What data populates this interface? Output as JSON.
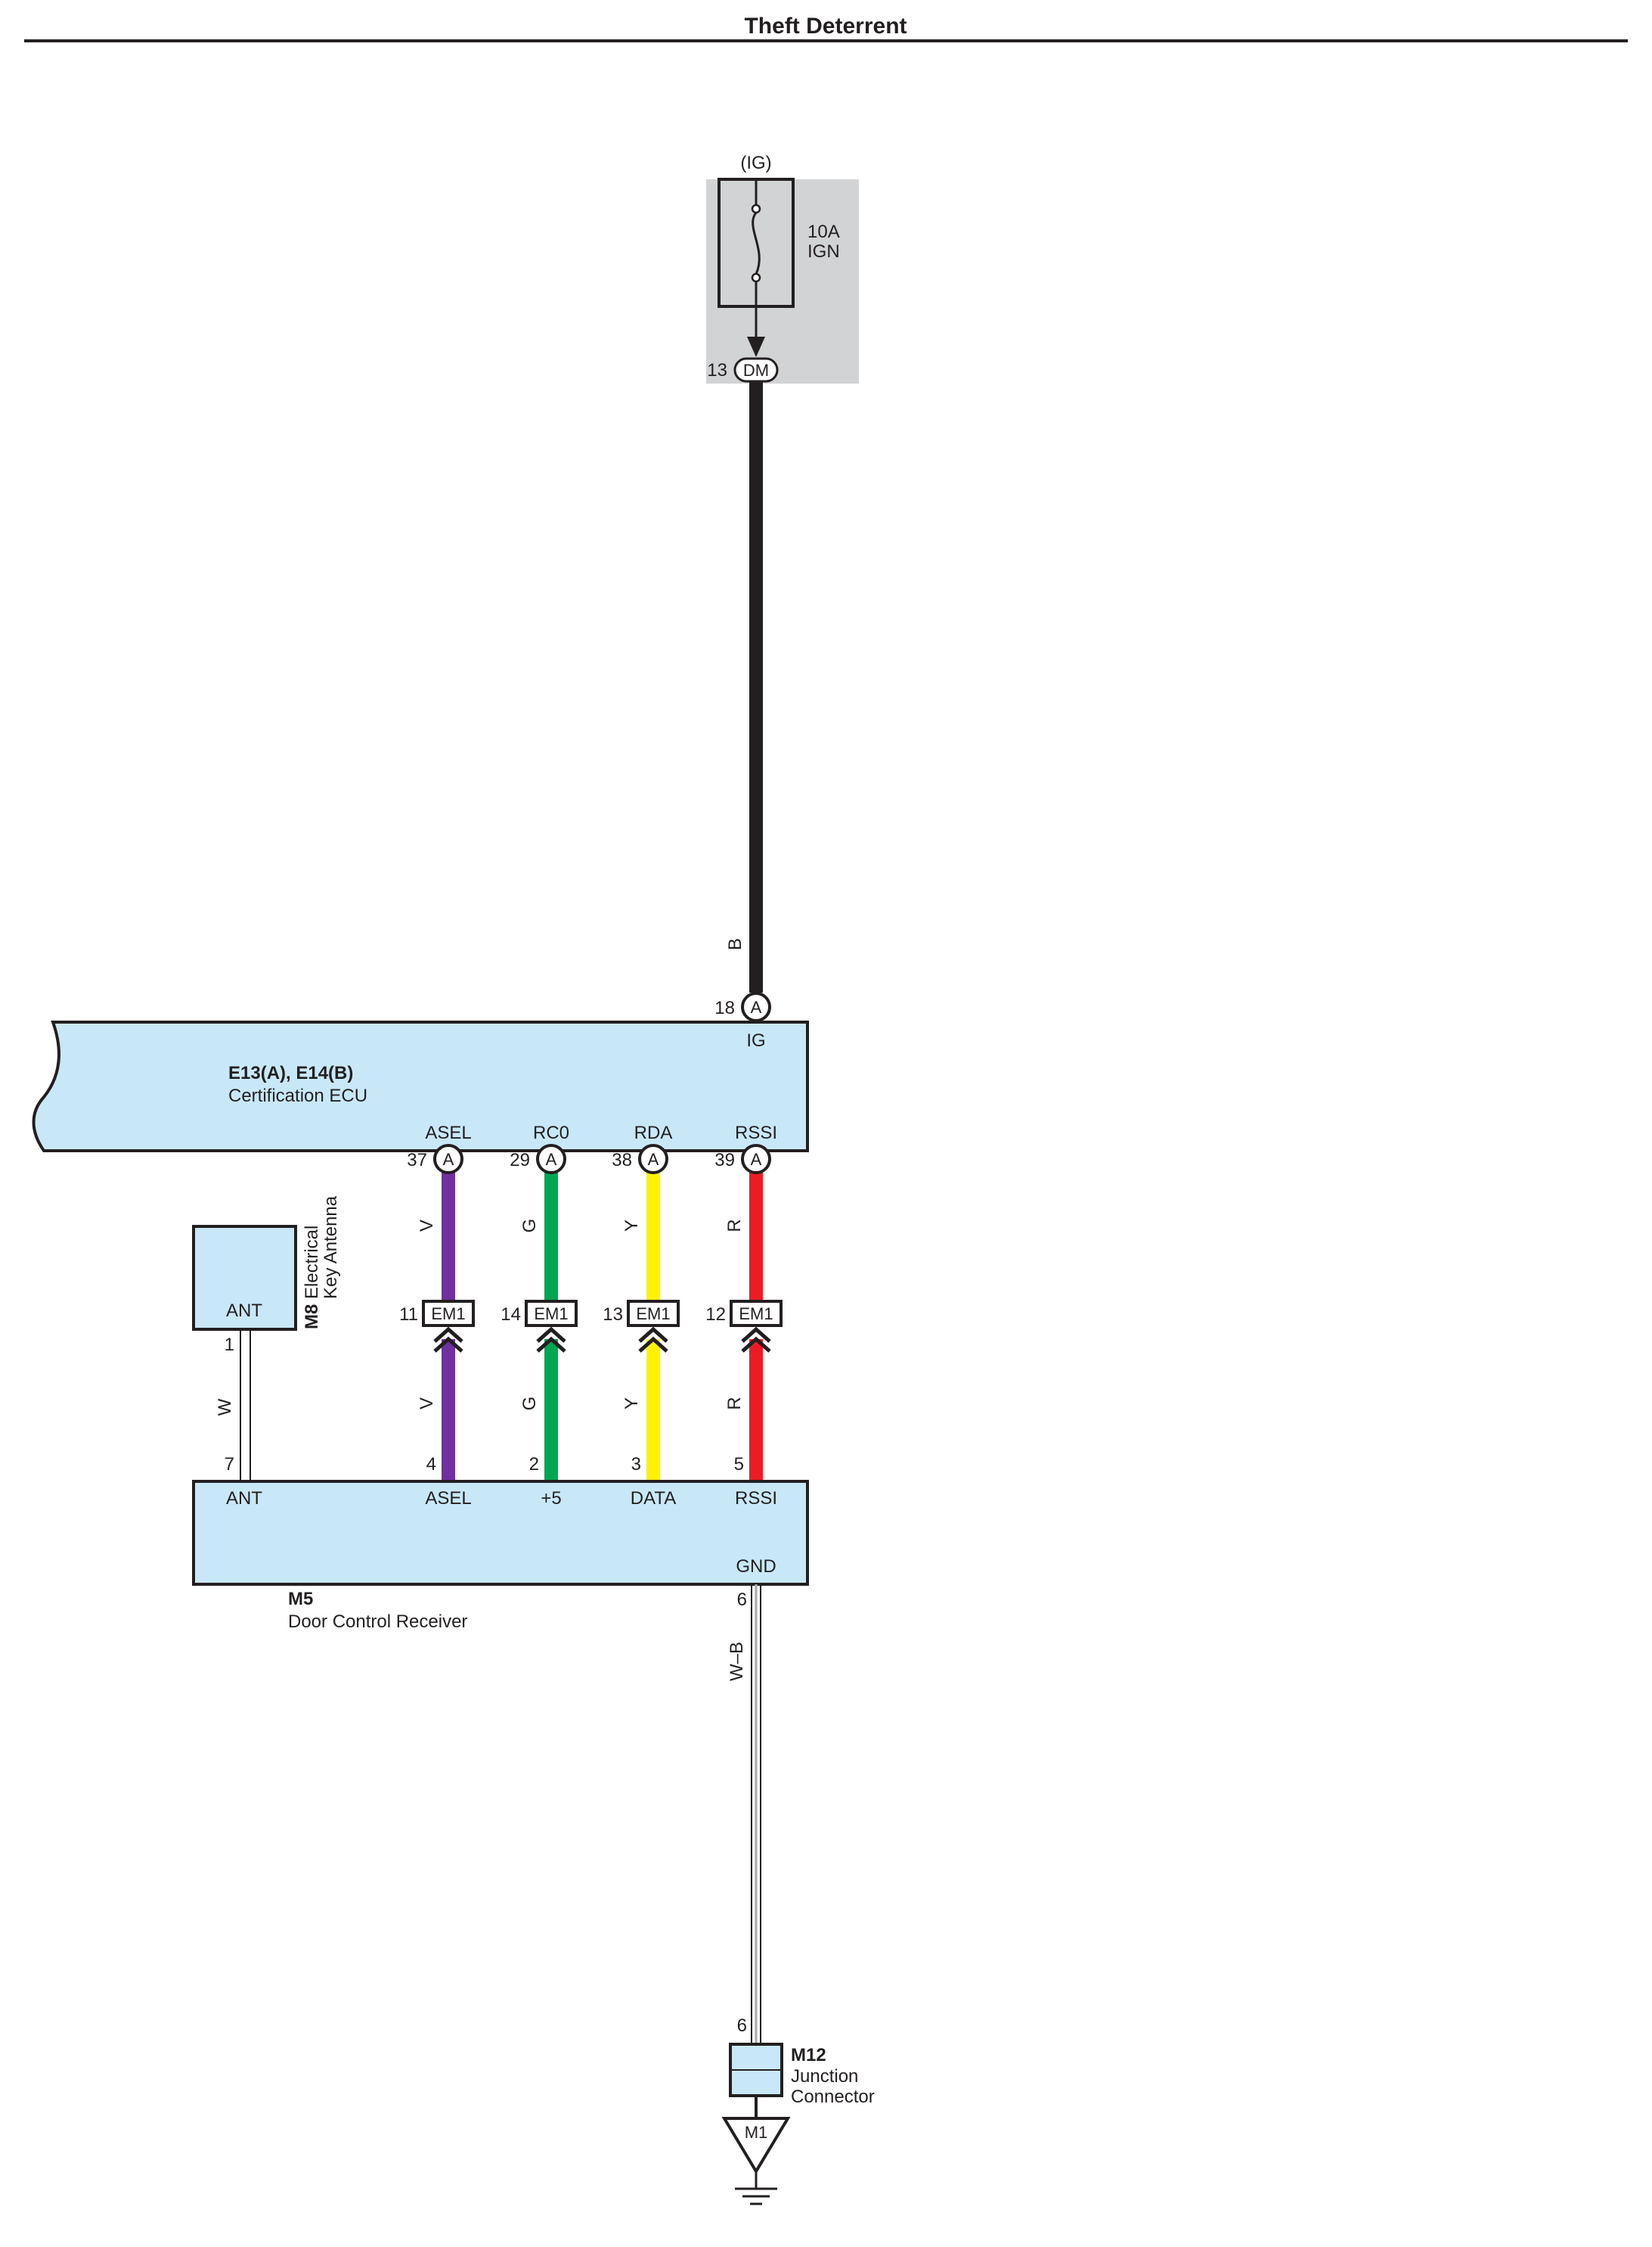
{
  "title": "Theft Deterrent",
  "colors": {
    "ecu_fill": "#c8e8f8",
    "fuse_box_fill": "#d1d3d4",
    "wire_black": "#231f20",
    "wire_violet": "#7030a0",
    "wire_green": "#00a651",
    "wire_yellow": "#fff200",
    "wire_red": "#ed1c24"
  },
  "fuse": {
    "source": "(IG)",
    "rating": "10A",
    "name": "IGN",
    "connector": {
      "pin": "13",
      "id": "DM"
    }
  },
  "ecu": {
    "code": "E13(A), E14(B)",
    "name": "Certification ECU",
    "ig_terminal": "IG",
    "ig_pin": "18",
    "ig_conn": "A",
    "ig_wire_color": "B",
    "terminals": [
      {
        "label": "ASEL",
        "pin": "37",
        "conn": "A"
      },
      {
        "label": "RC0",
        "pin": "29",
        "conn": "A"
      },
      {
        "label": "RDA",
        "pin": "38",
        "conn": "A"
      },
      {
        "label": "RSSI",
        "pin": "39",
        "conn": "A"
      }
    ]
  },
  "wires": [
    {
      "color_code": "V",
      "color": "violet",
      "em_pin": "11",
      "em_id": "EM1",
      "receiver_pin": "4"
    },
    {
      "color_code": "G",
      "color": "green",
      "em_pin": "14",
      "em_id": "EM1",
      "receiver_pin": "2"
    },
    {
      "color_code": "Y",
      "color": "yellow",
      "em_pin": "13",
      "em_id": "EM1",
      "receiver_pin": "3"
    },
    {
      "color_code": "R",
      "color": "red",
      "em_pin": "12",
      "em_id": "EM1",
      "receiver_pin": "5"
    }
  ],
  "antenna": {
    "code": "M8",
    "name_line1": "Electrical",
    "name_line2": "Key Antenna",
    "terminal": "ANT",
    "pin_top": "1",
    "pin_bottom": "7",
    "wire_color": "W"
  },
  "receiver": {
    "code": "M5",
    "name": "Door Control Receiver",
    "terminals": [
      "ANT",
      "ASEL",
      "+5",
      "DATA",
      "RSSI"
    ],
    "gnd": "GND",
    "gnd_pin": "6",
    "gnd_wire_color": "W–B"
  },
  "junction": {
    "code": "M12",
    "name_line1": "Junction",
    "name_line2": "Connector",
    "pin": "6"
  },
  "ground": {
    "id": "M1"
  }
}
